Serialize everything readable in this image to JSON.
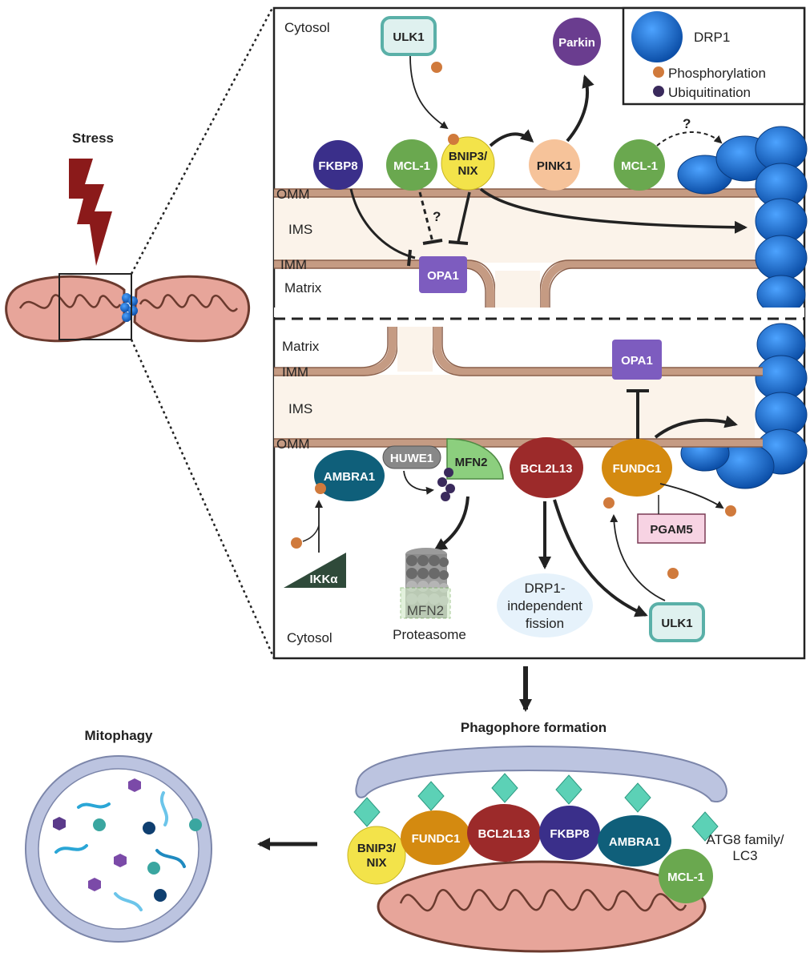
{
  "stress_label": "Stress",
  "top_panel": {
    "cytosol": "Cytosol",
    "omm": "OMM",
    "ims": "IMS",
    "imm": "IMM",
    "matrix": "Matrix",
    "ulk1": "ULK1",
    "parkin": "Parkin",
    "fkbp8": "FKBP8",
    "mcl1_a": "MCL-1",
    "bnip3_line1": "BNIP3/",
    "bnip3_line2": "NIX",
    "pink1": "PINK1",
    "mcl1_b": "MCL-1",
    "opa1": "OPA1",
    "question_a": "?",
    "question_b": "?"
  },
  "legend": {
    "drp1": "DRP1",
    "phosphorylation": "Phosphorylation",
    "ubiquitination": "Ubiquitination"
  },
  "bottom_panel": {
    "matrix": "Matrix",
    "imm": "IMM",
    "ims": "IMS",
    "omm": "OMM",
    "cytosol": "Cytosol",
    "opa1": "OPA1",
    "ambra1": "AMBRA1",
    "huwe1": "HUWE1",
    "mfn2": "MFN2",
    "bcl2l13": "BCL2L13",
    "fundc1": "FUNDC1",
    "pgam5": "PGAM5",
    "ikka": "IKKα",
    "mfn2_degraded": "MFN2",
    "proteasome": "Proteasome",
    "fission_line1": "DRP1-",
    "fission_line2": "independent",
    "fission_line3": "fission",
    "ulk1": "ULK1"
  },
  "phagophore": {
    "title": "Phagophore formation",
    "bnip3_line1": "BNIP3/",
    "bnip3_line2": "NIX",
    "fundc1": "FUNDC1",
    "bcl2l13": "BCL2L13",
    "fkbp8": "FKBP8",
    "ambra1": "AMBRA1",
    "mcl1": "MCL-1",
    "atg8_line1": "ATG8 family/",
    "atg8_line2": "LC3"
  },
  "mitophagy": {
    "title": "Mitophagy"
  },
  "colors": {
    "drp1": "#1f6fd1",
    "phospho": "#d07a3c",
    "ubiquitin": "#3a2a5c",
    "membrane": "#b98b72",
    "ims_fill": "#fbf3ea",
    "stress_bolt": "#8b1a1a",
    "opa1": "#7d5cbf",
    "fkbp8": "#3a2f8a",
    "mcl1": "#6aa84f",
    "bnip3": "#f3e34a",
    "pink1": "#f6c39a",
    "parkin": "#6a3d8f",
    "ulk1_fill": "#dff1ef",
    "ulk1_stroke": "#5ab0a8",
    "ambra1": "#0f5f7a",
    "huwe1": "#888888",
    "mfn2": "#8ccf7e",
    "bcl2l13": "#9c2a2a",
    "fundc1": "#d48a10",
    "pgam5": "#f7d3e3",
    "ikka": "#2f4a3a",
    "atg8": "#5cd1b6",
    "phagophore": "#bcc4e0"
  }
}
